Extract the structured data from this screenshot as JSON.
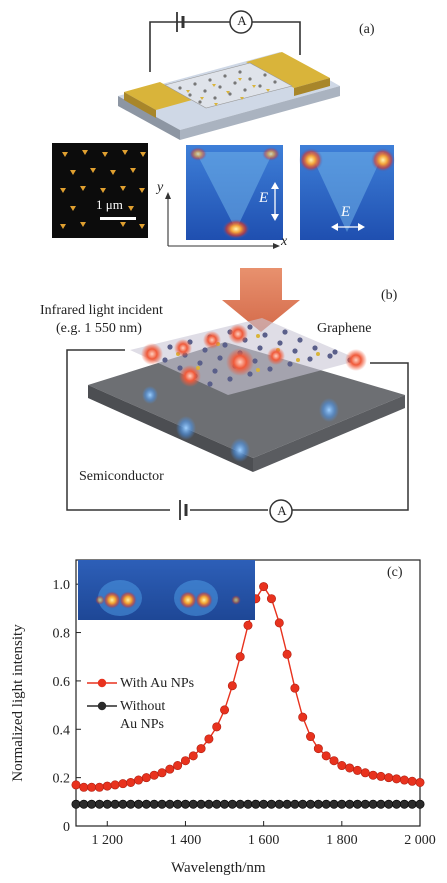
{
  "panel_a": {
    "label": "(a)",
    "ammeter": "A",
    "scale_bar": "1 μm",
    "axis_y": "y",
    "axis_x": "x",
    "field_label_1": "E",
    "field_label_2": "E"
  },
  "panel_b": {
    "label": "(b)",
    "incident_line1": "Infrared light incident",
    "incident_line2": "(e.g. 1 550 nm)",
    "graphene": "Graphene",
    "semiconductor": "Semiconductor",
    "ammeter": "A"
  },
  "chart_data": {
    "type": "line",
    "panel_label": "(c)",
    "xlabel": "Wavelength/nm",
    "ylabel": "Normalized light intensity",
    "xlim": [
      1120,
      2000
    ],
    "ylim": [
      0,
      1.1
    ],
    "xticks": [
      1200,
      1400,
      1600,
      1800,
      2000
    ],
    "xtick_labels": [
      "1 200",
      "1 400",
      "1 600",
      "1 800",
      "2 000"
    ],
    "yticks": [
      0,
      0.2,
      0.4,
      0.6,
      0.8,
      1.0
    ],
    "ytick_labels": [
      "0",
      "0.2",
      "0.4",
      "0.6",
      "0.8",
      "1.0"
    ],
    "legend_placement": "middle-left",
    "x": [
      1120,
      1140,
      1160,
      1180,
      1200,
      1220,
      1240,
      1260,
      1280,
      1300,
      1320,
      1340,
      1360,
      1380,
      1400,
      1420,
      1440,
      1460,
      1480,
      1500,
      1520,
      1540,
      1560,
      1580,
      1600,
      1620,
      1640,
      1660,
      1680,
      1700,
      1720,
      1740,
      1760,
      1780,
      1800,
      1820,
      1840,
      1860,
      1880,
      1900,
      1920,
      1940,
      1960,
      1980,
      2000
    ],
    "series": [
      {
        "name": "With Au NPs",
        "color": "#e8321e",
        "values": [
          0.17,
          0.16,
          0.16,
          0.16,
          0.165,
          0.17,
          0.175,
          0.18,
          0.19,
          0.2,
          0.21,
          0.22,
          0.235,
          0.25,
          0.27,
          0.29,
          0.32,
          0.36,
          0.41,
          0.48,
          0.58,
          0.7,
          0.83,
          0.94,
          0.99,
          0.94,
          0.84,
          0.71,
          0.57,
          0.45,
          0.37,
          0.32,
          0.29,
          0.27,
          0.25,
          0.24,
          0.23,
          0.22,
          0.21,
          0.205,
          0.2,
          0.195,
          0.19,
          0.185,
          0.18
        ]
      },
      {
        "name": "Without\nAu NPs",
        "name_line1": "Without",
        "name_line2": "Au NPs",
        "color": "#2a2a2a",
        "values": [
          0.09,
          0.09,
          0.09,
          0.09,
          0.09,
          0.09,
          0.09,
          0.09,
          0.09,
          0.09,
          0.09,
          0.09,
          0.09,
          0.09,
          0.09,
          0.09,
          0.09,
          0.09,
          0.09,
          0.09,
          0.09,
          0.09,
          0.09,
          0.09,
          0.09,
          0.09,
          0.09,
          0.09,
          0.09,
          0.09,
          0.09,
          0.09,
          0.09,
          0.09,
          0.09,
          0.09,
          0.09,
          0.09,
          0.09,
          0.09,
          0.09,
          0.09,
          0.09,
          0.09,
          0.09
        ]
      }
    ]
  },
  "colors": {
    "gold": "#d9b43a",
    "substrate": "#6d6f73",
    "field_bg": "#2b63c6",
    "hot": "#e8321e"
  }
}
